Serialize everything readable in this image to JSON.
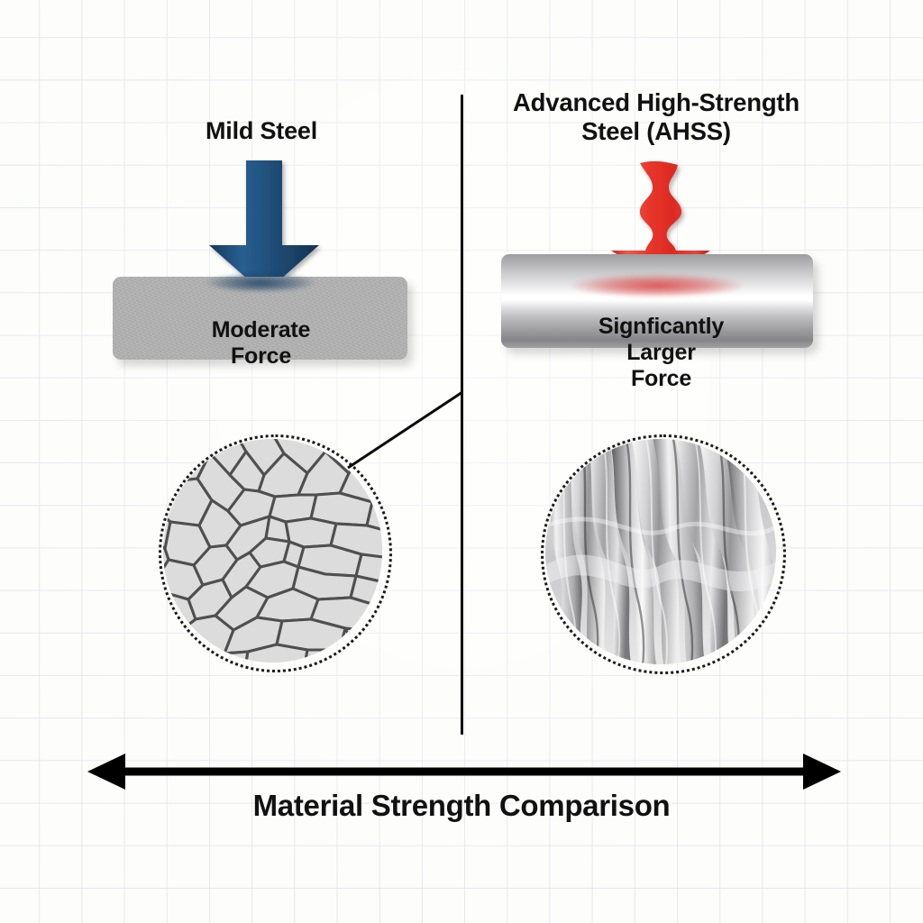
{
  "diagram": {
    "title": "Material Strength Comparison",
    "background_color": "#fdfdfb",
    "grid_color": "#e1e4ec"
  },
  "left_panel": {
    "heading": "Mild Steel",
    "bar_caption": "Moderate\nForce",
    "arrow": {
      "name": "straight-down-arrow",
      "color": "#1d4a72",
      "style": "straight"
    },
    "bar": {
      "name": "mild-steel-bar",
      "color": "#adadad",
      "finish": "matte-grainy"
    },
    "microstructure": {
      "name": "coarse-equiaxed-grain-structure",
      "fill_color": "#d8d8d8",
      "boundary_color": "#4a4a4a"
    }
  },
  "right_panel": {
    "heading": "Advanced High-Strength\nSteel (AHSS)",
    "bar_caption": "Signficantly\nLarger\nForce",
    "arrow": {
      "name": "wavy-down-arrow",
      "color": "#e02b22",
      "style": "wavy"
    },
    "bar": {
      "name": "ahss-steel-bar",
      "color": "#c9c9cb",
      "finish": "polished-chrome-gradient"
    },
    "microstructure": {
      "name": "fine-martensitic-lath-structure",
      "fill_color": "#f2f2f2",
      "boundary_color": "#2b2b2b"
    },
    "impact_glow_color": "#d61e1e"
  },
  "axis": {
    "name": "double-headed-comparison-arrow",
    "color": "#000000",
    "left_end_label": "",
    "right_end_label": ""
  }
}
